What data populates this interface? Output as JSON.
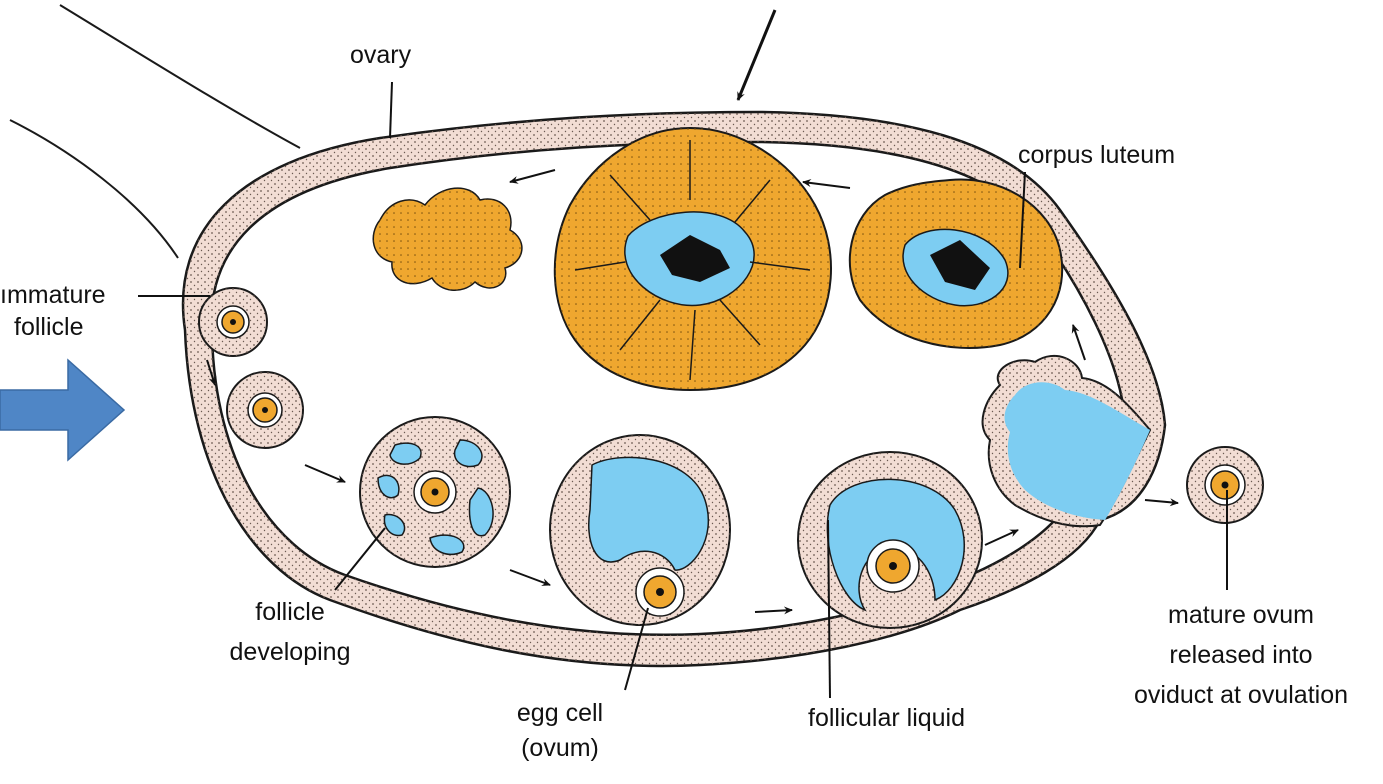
{
  "labels": {
    "ovary": "ovary",
    "corpus_luteum": "corpus luteum",
    "immature_follicle": [
      "ımmature",
      "follicle"
    ],
    "follicle_developing": [
      "follicle",
      "developing"
    ],
    "egg_cell": [
      "egg cell",
      "(ovum)"
    ],
    "follicular_liquid": "follicular liquid",
    "mature_ovum": [
      "mature ovum",
      "released into",
      "oviduct at ovulation"
    ]
  },
  "colors": {
    "tissue": "#f2ddd4",
    "yellow_body": "#efa72f",
    "fluid": "#7dcdf2",
    "pointer_arrow": "#4f86c6",
    "outline": "#1a1a1a"
  },
  "icons": {
    "pointer": "blue-block-arrow-icon",
    "flow": "small-black-arrow-icon"
  }
}
